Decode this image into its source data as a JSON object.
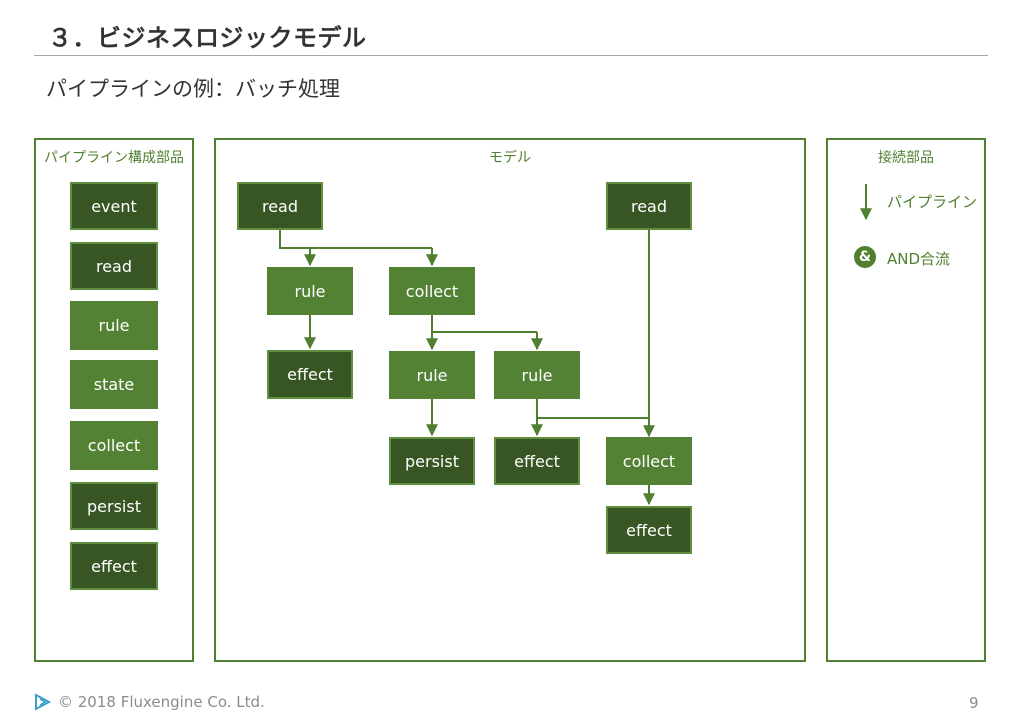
{
  "slide": {
    "title": "３．ビジネスロジックモデル",
    "subtitle": "パイプラインの例：バッチ処理",
    "page_number": "9"
  },
  "panels": {
    "components": {
      "title": "パイプライン構成部品",
      "items": [
        "event",
        "read",
        "rule",
        "state",
        "collect",
        "persist",
        "effect"
      ]
    },
    "model": {
      "title": "モデル",
      "nodes": {
        "read_left": "read",
        "read_right": "read",
        "rule_1": "rule",
        "collect_1": "collect",
        "effect_1": "effect",
        "rule_2": "rule",
        "rule_3": "rule",
        "persist_1": "persist",
        "effect_2": "effect",
        "collect_2": "collect",
        "effect_3": "effect"
      }
    },
    "connectors": {
      "title": "接続部品",
      "pipeline_label": "パイプライン",
      "and_symbol": "&",
      "and_label": "AND合流"
    }
  },
  "footer": {
    "copyright": "© 2018 Fluxengine Co. Ltd."
  },
  "colors": {
    "dark_green": "#375623",
    "medium_green": "#548235",
    "line_green": "#4f7f2f"
  }
}
